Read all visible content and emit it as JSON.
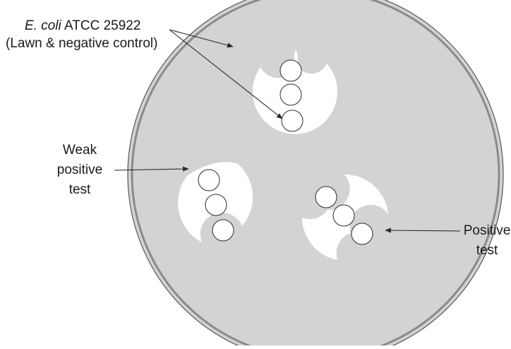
{
  "labels": {
    "ecoli_species": "E. coli",
    "ecoli_strain": " ATCC 25922",
    "ecoli_note": "(Lawn & negative control)",
    "weak_line1": "Weak",
    "weak_line2": "positive",
    "weak_line3": "test",
    "positive_line1": "Positive",
    "positive_line2": "test"
  },
  "colors": {
    "plate_fill": "#d3d3d3",
    "plate_ring": "#8a8a8a",
    "clear_zone": "#ffffff",
    "outline": "#2a2a2a"
  }
}
